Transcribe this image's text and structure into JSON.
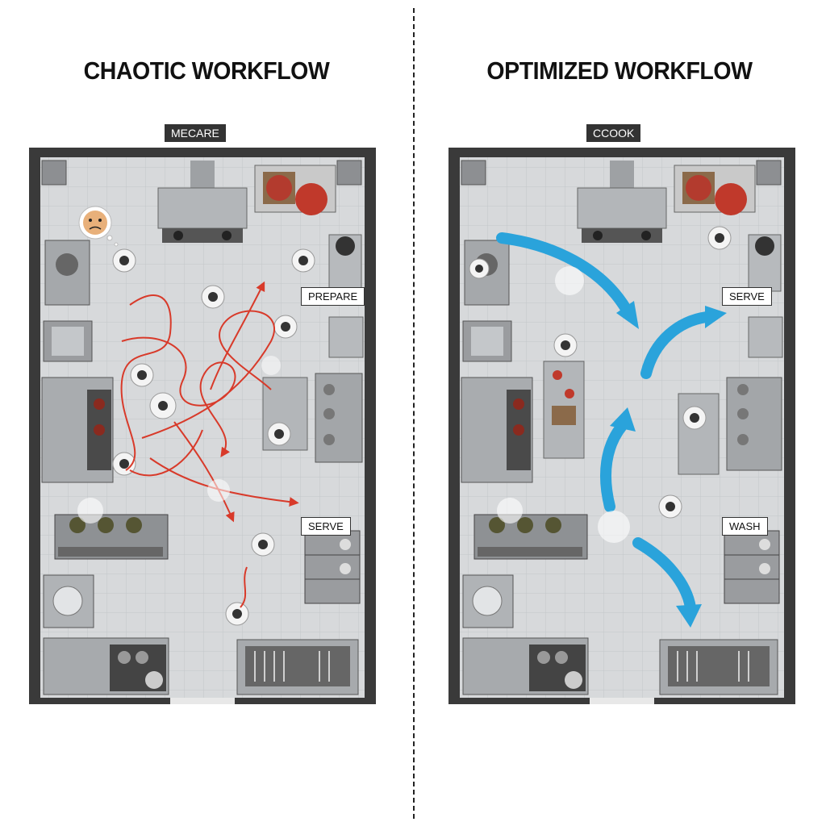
{
  "titles": {
    "left": "CHAOTIC WORKFLOW",
    "right": "OPTIMIZED WORKFLOW"
  },
  "tags": {
    "left": "MECARE",
    "right": "CCOOK"
  },
  "left_kitchen": {
    "zones": {
      "prepare": "PREPARE",
      "serve": "SERVE"
    },
    "path_color": "#d83a2a"
  },
  "right_kitchen": {
    "zones": {
      "serve": "SERVE",
      "wash": "WASH"
    },
    "arrow_color": "#2aa3db"
  },
  "icons": {
    "frustrated_face": "frustrated-face-icon",
    "chef": "chef-icon"
  }
}
